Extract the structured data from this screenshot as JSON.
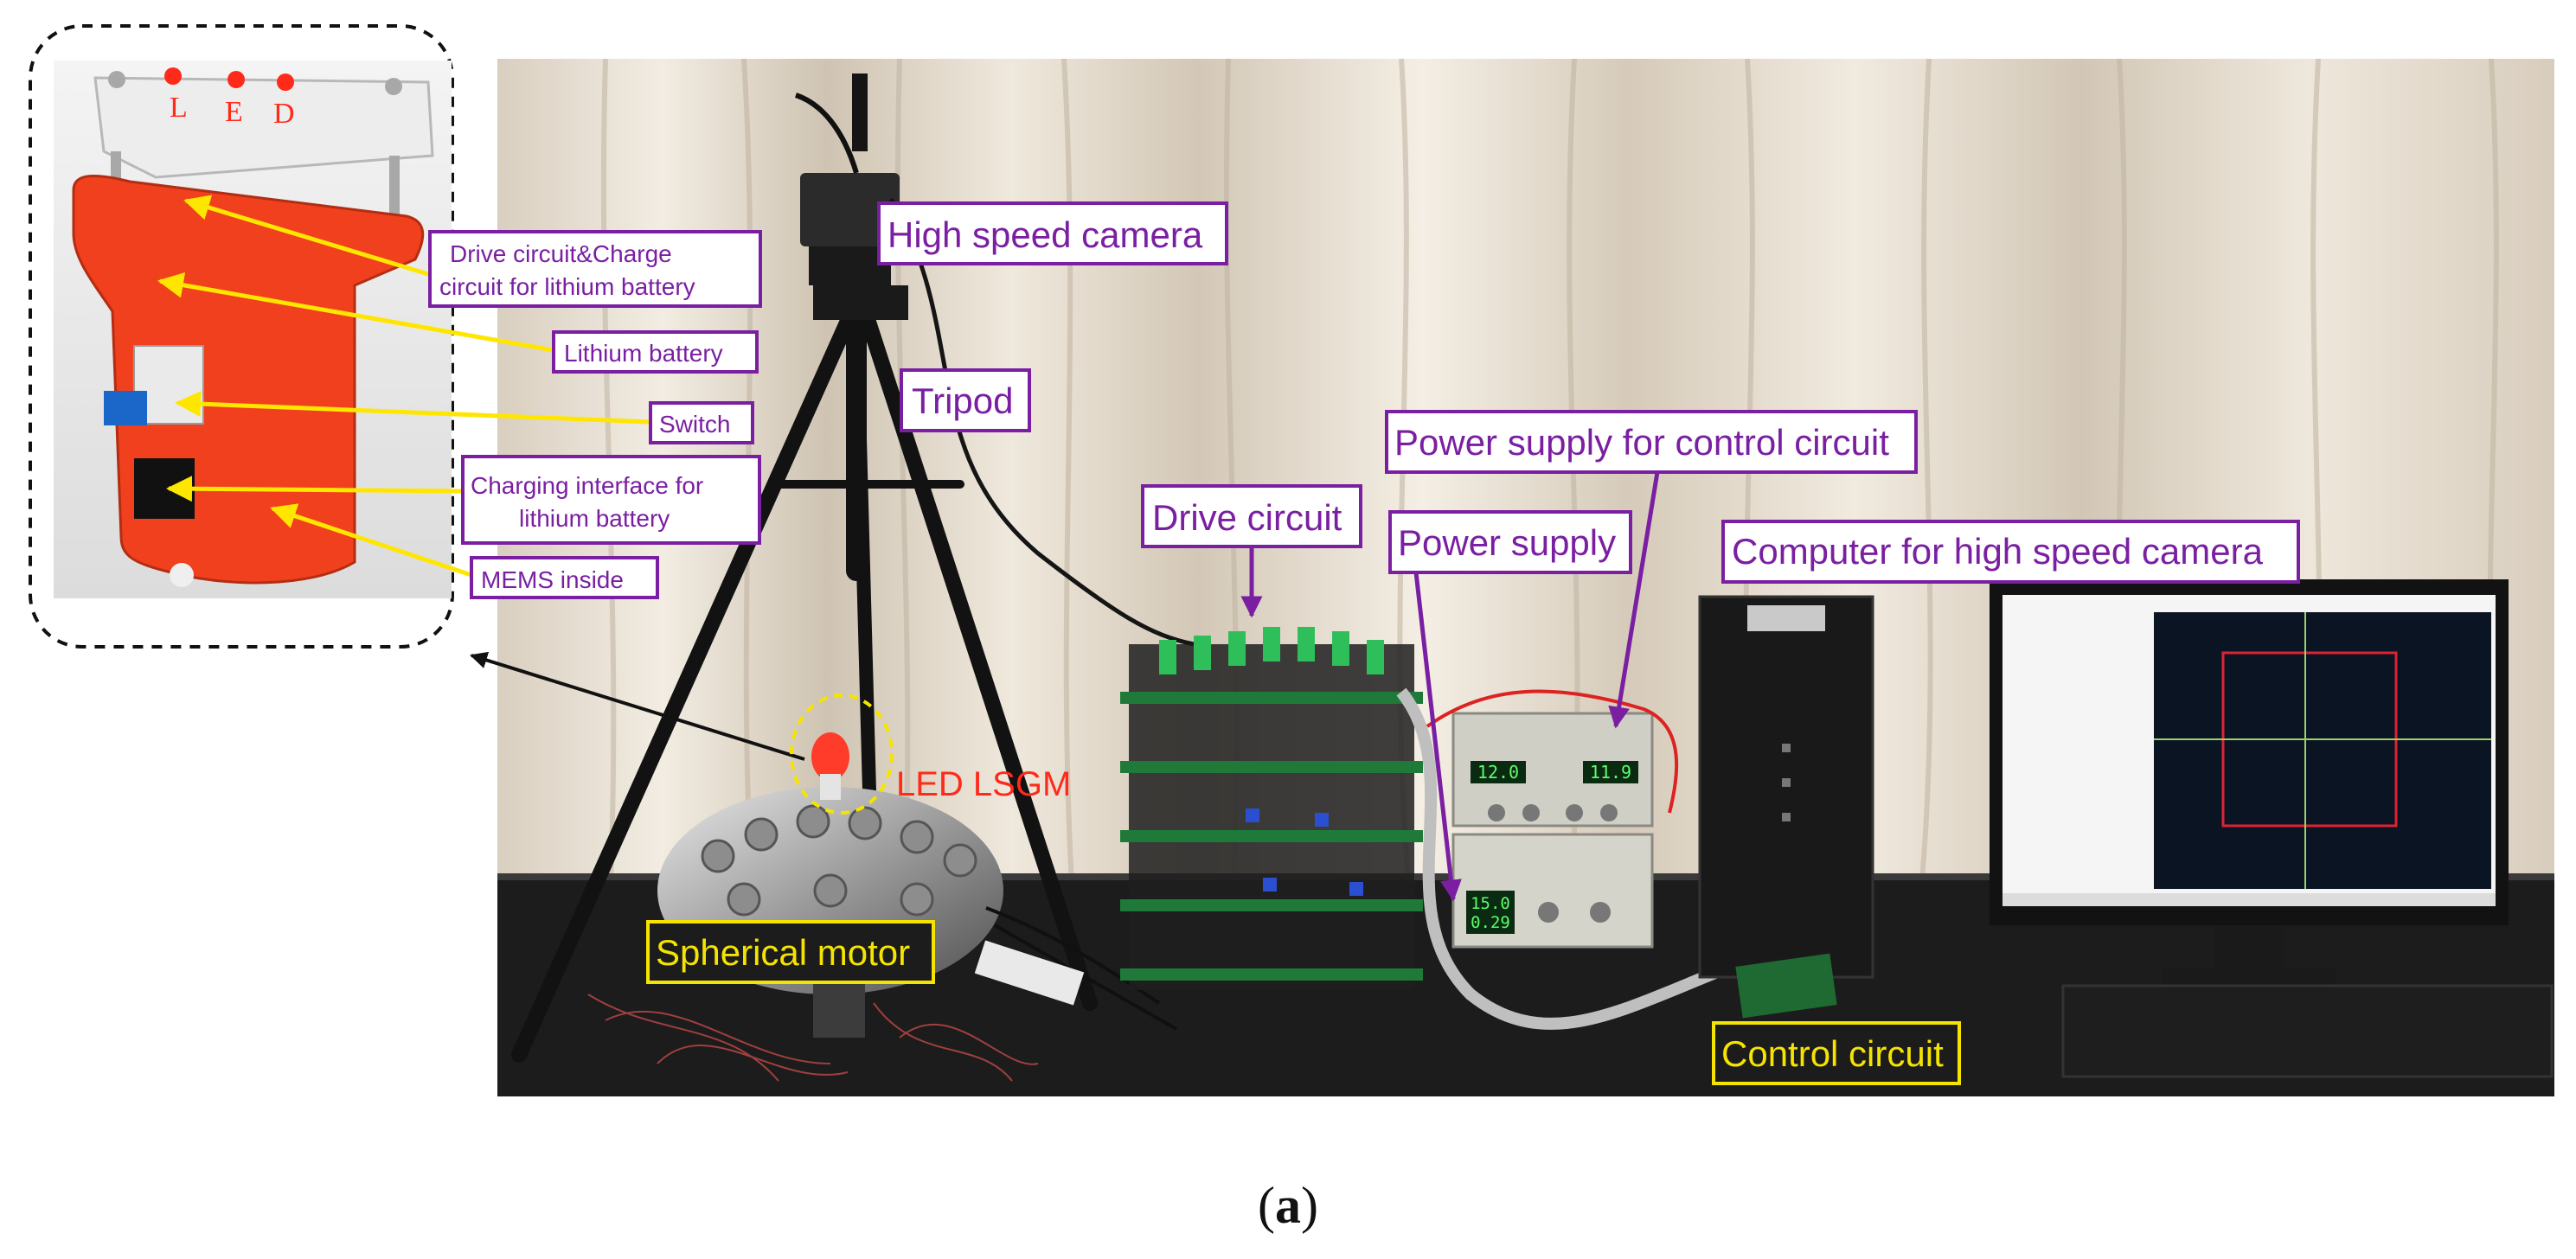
{
  "figure": {
    "caption_open": "(",
    "caption_letter": "a",
    "caption_close": ")",
    "inset": {
      "letters": [
        "L",
        "E",
        "D"
      ],
      "labels": {
        "drive_line1": "Drive circuit&Charge",
        "drive_line2": "circuit for lithium battery",
        "lithium": "Lithium battery",
        "switch": "Switch",
        "charging_line1": "Charging interface for",
        "charging_line2": "lithium battery",
        "mems": "MEMS inside"
      }
    },
    "labels": {
      "high_speed_camera": "High speed camera",
      "tripod": "Tripod",
      "drive_circuit": "Drive circuit",
      "power_supply_control": "Power supply for control circuit",
      "power_supply": "Power supply",
      "computer": "Computer for high speed camera",
      "led_lsgm": "LED LSGM",
      "spherical_motor": "Spherical motor",
      "control_circuit": "Control circuit"
    },
    "displays": {
      "top_left": "12.0",
      "top_right": "11.9",
      "bottom_top": "15.0",
      "bottom_low": "0.29"
    },
    "colors": {
      "purple_label": "#7a1fa2",
      "yellow_label": "#f5e400",
      "arrow_yellow": "#ffe600",
      "led_text": "#ff2a1a",
      "housing_red": "#f0401e"
    }
  }
}
